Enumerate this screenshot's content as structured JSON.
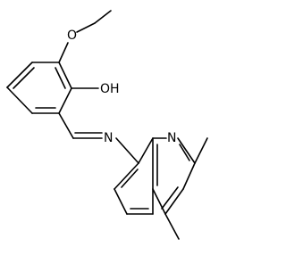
{
  "molecule": {
    "atom_labels": {
      "ether_oxygen": "O",
      "hydroxyl": "OH",
      "imine_nitrogen": "N",
      "ring_nitrogen": "N"
    },
    "colors": {
      "bond": "#000000",
      "label": "#000000",
      "background": "#ffffff"
    }
  }
}
